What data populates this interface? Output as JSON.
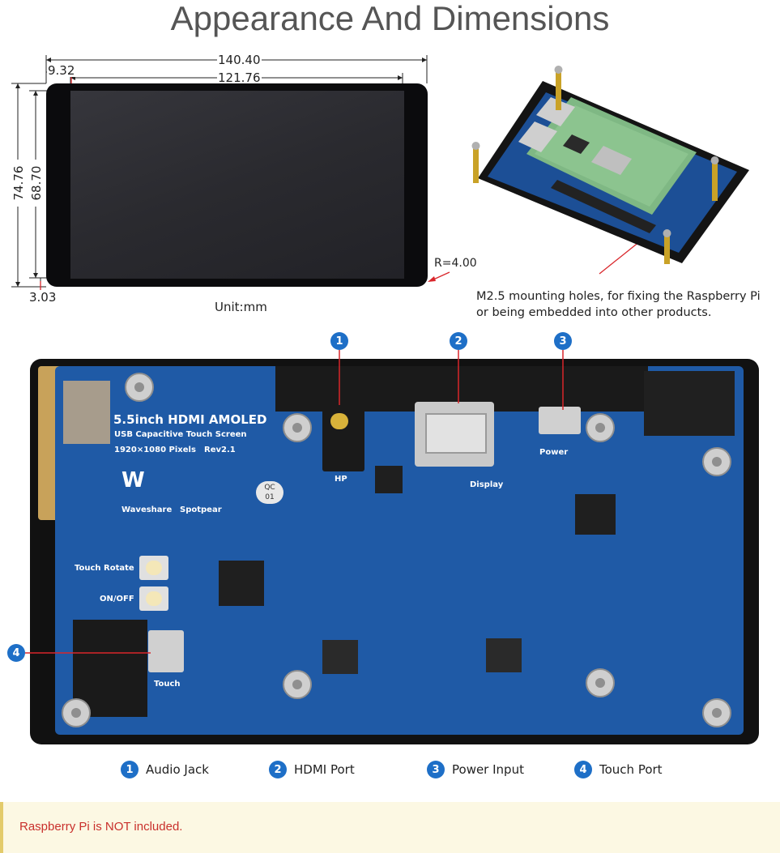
{
  "title": "Appearance And Dimensions",
  "dimensions": {
    "overall_width": "140.40",
    "display_width": "121.76",
    "left_border": "9.32",
    "overall_height": "74.76",
    "display_height": "68.70",
    "bottom_border": "3.03",
    "corner_radius": "R=4.00",
    "unit": "Unit:mm"
  },
  "mounting_note": {
    "line1": "M2.5 mounting holes, for fixing the Raspberry Pi",
    "line2": "or being embedded into other products."
  },
  "board_silkscreen": {
    "product": "5.5inch HDMI AMOLED",
    "subtitle": "USB Capacitive Touch Screen",
    "resolution": "1920×1080 Pixels",
    "revision": "Rev2.1",
    "brand1": "Waveshare",
    "brand2": "Spotpear",
    "qc": "QC",
    "qc_num": "01",
    "hp": "HP",
    "display": "Display",
    "power": "Power",
    "touch_rotate": "Touch Rotate",
    "onoff": "ON/OFF",
    "touch": "Touch"
  },
  "legend": [
    {
      "num": "1",
      "label": "Audio Jack"
    },
    {
      "num": "2",
      "label": "HDMI Port"
    },
    {
      "num": "3",
      "label": "Power Input"
    },
    {
      "num": "4",
      "label": "Touch Port"
    }
  ],
  "notice": "Raspberry Pi is NOT included.",
  "colors": {
    "title": "#555555",
    "callout": "#1e6fc7",
    "pcb": "#1f5aa6",
    "notice_bg": "#fcf8e3",
    "notice_text": "#c9302c"
  }
}
